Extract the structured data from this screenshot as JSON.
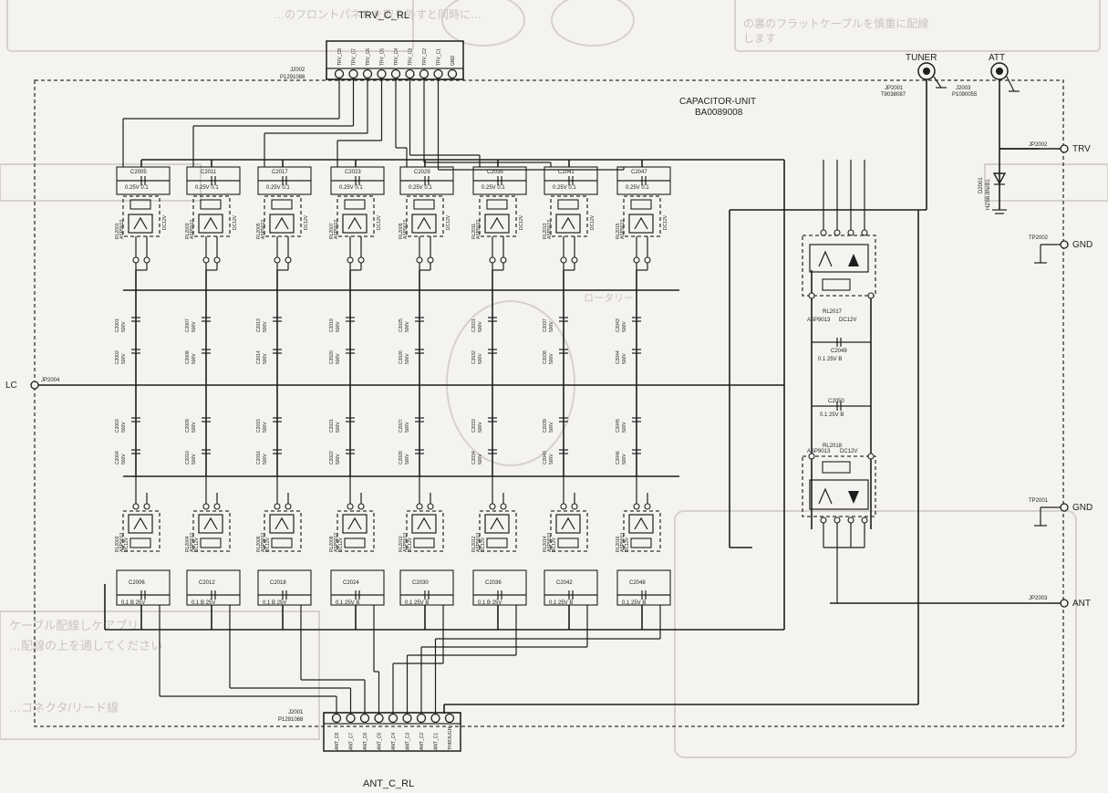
{
  "background_text": {
    "top": [
      "…のフロントパネルを取り外すと同時に…",
      "の裏のフラットケーブルを慎重に配線",
      "します"
    ],
    "left": [
      "ケーブル配線しケアプリ",
      "…配線の上を通してください",
      "…コネクタ/リード線"
    ],
    "right_label": "ロータリー"
  },
  "connectors": {
    "trv": {
      "title": "TRV_C_RL",
      "ref": "J2002",
      "part": "P1291088",
      "pins": [
        "TRV_C8",
        "TRV_C7",
        "TRV_C6",
        "TRV_C5",
        "TRV_C4",
        "TRV_C3",
        "TRV_C2",
        "TRV_C1",
        "GND"
      ]
    },
    "ant": {
      "title": "ANT_C_RL",
      "ref": "J2001",
      "part": "P1291088",
      "pins": [
        "ANT_C8",
        "ANT_C7",
        "ANT_C6",
        "ANT_C5",
        "ANT_C4",
        "ANT_C3",
        "ANT_C2",
        "ANT_C1",
        "THROUGH"
      ]
    }
  },
  "unit_title": {
    "name": "CAPACITOR-UNIT",
    "code": "BA0089008"
  },
  "tuner": {
    "label": "TUNER",
    "ref": "JP2001",
    "part": "T8038087"
  },
  "att": {
    "label": "ATT",
    "ref": "J2003",
    "part": "P1090055"
  },
  "ports": [
    {
      "label": "TRV",
      "ref": "JP2002"
    },
    {
      "label": "GND",
      "ref": "TP2002"
    },
    {
      "label": "LC",
      "ref": "JP2004"
    },
    {
      "label": "GND",
      "ref": "TP2001"
    },
    {
      "label": "ANT",
      "ref": "JP2003"
    }
  ],
  "diode": {
    "ref": "D2001",
    "part": "HZS6.8N/B1"
  },
  "upper_caps": [
    {
      "ref": "C2005",
      "value": "0.25V 0.1"
    },
    {
      "ref": "C2011",
      "value": "0.25V 0.1"
    },
    {
      "ref": "C2017",
      "value": "0.25V 0.1"
    },
    {
      "ref": "C2023",
      "value": "0.25V 0.1"
    },
    {
      "ref": "C2029",
      "value": "0.25V 0.1"
    },
    {
      "ref": "C2035",
      "value": "0.25V 0.1"
    },
    {
      "ref": "C2041",
      "value": "0.25V 0.1"
    },
    {
      "ref": "C2047",
      "value": "0.25V 0.1"
    }
  ],
  "upper_relays": [
    {
      "ref": "RL2001",
      "part": "ASP9013",
      "rating": "DC12V"
    },
    {
      "ref": "RL2003",
      "part": "ASP9013",
      "rating": "DC12V"
    },
    {
      "ref": "RL2005",
      "part": "ASP9013",
      "rating": "DC12V"
    },
    {
      "ref": "RL2007",
      "part": "ASP9013",
      "rating": "DC12V"
    },
    {
      "ref": "RL2009",
      "part": "ASP9013",
      "rating": "DC12V"
    },
    {
      "ref": "RL2011",
      "part": "ASP9013",
      "rating": "DC12V"
    },
    {
      "ref": "RL2013",
      "part": "ASP9013",
      "rating": "DC12V"
    },
    {
      "ref": "RL2015",
      "part": "ASP9013",
      "rating": "DC12V"
    }
  ],
  "lower_relays": [
    {
      "ref": "RL2002",
      "part": "ASP9013",
      "rating": "DC12V"
    },
    {
      "ref": "RL2004",
      "part": "ASP9013",
      "rating": "DC12V"
    },
    {
      "ref": "RL2006",
      "part": "ASP9013",
      "rating": "DC12V"
    },
    {
      "ref": "RL2008",
      "part": "ASP9013",
      "rating": "DC12V"
    },
    {
      "ref": "RL2010",
      "part": "ASP9013",
      "rating": "DC12V"
    },
    {
      "ref": "RL2012",
      "part": "ASP9013",
      "rating": "DC12V"
    },
    {
      "ref": "RL2014",
      "part": "ASP9013",
      "rating": "DC12V"
    },
    {
      "ref": "RL2016",
      "part": "ASP9013",
      "rating": "DC12V"
    }
  ],
  "lower_caps": [
    {
      "ref": "C2006",
      "value": "0.1 B 25V"
    },
    {
      "ref": "C2012",
      "value": "0.1 B 25V"
    },
    {
      "ref": "C2018",
      "value": "0.1 B 25V"
    },
    {
      "ref": "C2024",
      "value": "0.1 25V B"
    },
    {
      "ref": "C2030",
      "value": "0.1 25V B"
    },
    {
      "ref": "C2036",
      "value": "0.1 B 25V"
    },
    {
      "ref": "C2042",
      "value": "0.1 25V B"
    },
    {
      "ref": "C2048",
      "value": "0.1 25V B"
    }
  ],
  "matrix_caps": [
    [
      {
        "ref": "C2001",
        "value": "500V"
      },
      {
        "ref": "C2002",
        "value": "500V"
      },
      {
        "ref": "C2003",
        "value": "500V"
      },
      {
        "ref": "C2004",
        "value": "500V"
      }
    ],
    [
      {
        "ref": "C2007",
        "value": "500V"
      },
      {
        "ref": "C2008",
        "value": "500V"
      },
      {
        "ref": "C2009",
        "value": "500V"
      },
      {
        "ref": "C2010",
        "value": "500V"
      }
    ],
    [
      {
        "ref": "C2013",
        "value": "500V"
      },
      {
        "ref": "C2014",
        "value": "500V"
      },
      {
        "ref": "C2015",
        "value": "500V"
      },
      {
        "ref": "C2016",
        "value": "500V"
      }
    ],
    [
      {
        "ref": "C2019",
        "value": "500V"
      },
      {
        "ref": "C2020",
        "value": "500V"
      },
      {
        "ref": "C2021",
        "value": "500V"
      },
      {
        "ref": "C2022",
        "value": "500V"
      }
    ],
    [
      {
        "ref": "C2025",
        "value": "500V"
      },
      {
        "ref": "C2026",
        "value": "500V"
      },
      {
        "ref": "C2027",
        "value": "500V"
      },
      {
        "ref": "C2028",
        "value": "500V"
      }
    ],
    [
      {
        "ref": "C2031",
        "value": "500V"
      },
      {
        "ref": "C2032",
        "value": "500V"
      },
      {
        "ref": "C2033",
        "value": "500V"
      },
      {
        "ref": "C2034",
        "value": "500V"
      }
    ],
    [
      {
        "ref": "C2037",
        "value": "500V"
      },
      {
        "ref": "C2038",
        "value": "500V"
      },
      {
        "ref": "C2039",
        "value": "500V"
      },
      {
        "ref": "C2040",
        "value": "500V"
      }
    ],
    [
      {
        "ref": "C2043",
        "value": "500V"
      },
      {
        "ref": "C2044",
        "value": "500V"
      },
      {
        "ref": "C2045",
        "value": "500V"
      },
      {
        "ref": "C2046",
        "value": "500V"
      }
    ]
  ],
  "right_relay_top": {
    "ref": "RL2017",
    "part": "ASP9013",
    "rating": "DC12V"
  },
  "right_relay_bottom": {
    "ref": "RL2018",
    "part": "ASP9013",
    "rating": "DC12V"
  },
  "right_caps": [
    {
      "ref": "C2049",
      "value": "0.1 25V B"
    },
    {
      "ref": "C2050",
      "value": "0.1 25V B"
    }
  ]
}
